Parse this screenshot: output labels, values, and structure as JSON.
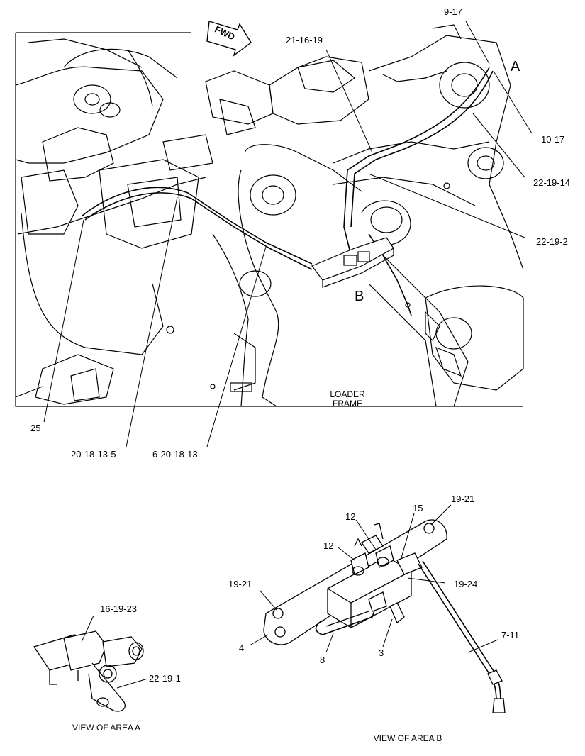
{
  "callouts": {
    "c_9_17": "9-17",
    "c_A": "A",
    "c_21_16_19": "21-16-19",
    "c_10_17": "10-17",
    "c_22_19_14": "22-19-14",
    "c_22_19_2": "22-19-2",
    "c_B": "B",
    "c_25": "25",
    "c_20_18_13_5": "20-18-13-5",
    "c_6_20_18_13": "6-20-18-13",
    "c_19_21_top": "19-21",
    "c_15": "15",
    "c_12_a": "12",
    "c_12_b": "12",
    "c_19_21_left": "19-21",
    "c_19_24": "19-24",
    "c_4": "4",
    "c_8": "8",
    "c_3": "3",
    "c_7_11": "7-11",
    "c_16_19_23": "16-19-23",
    "c_22_19_1": "22-19-1"
  },
  "text": {
    "fwd": "FWD",
    "loader_line1": "LOADER",
    "loader_line2": "FRAME",
    "view_a": "VIEW OF AREA  A",
    "view_b": "VIEW OF AREA  B"
  }
}
